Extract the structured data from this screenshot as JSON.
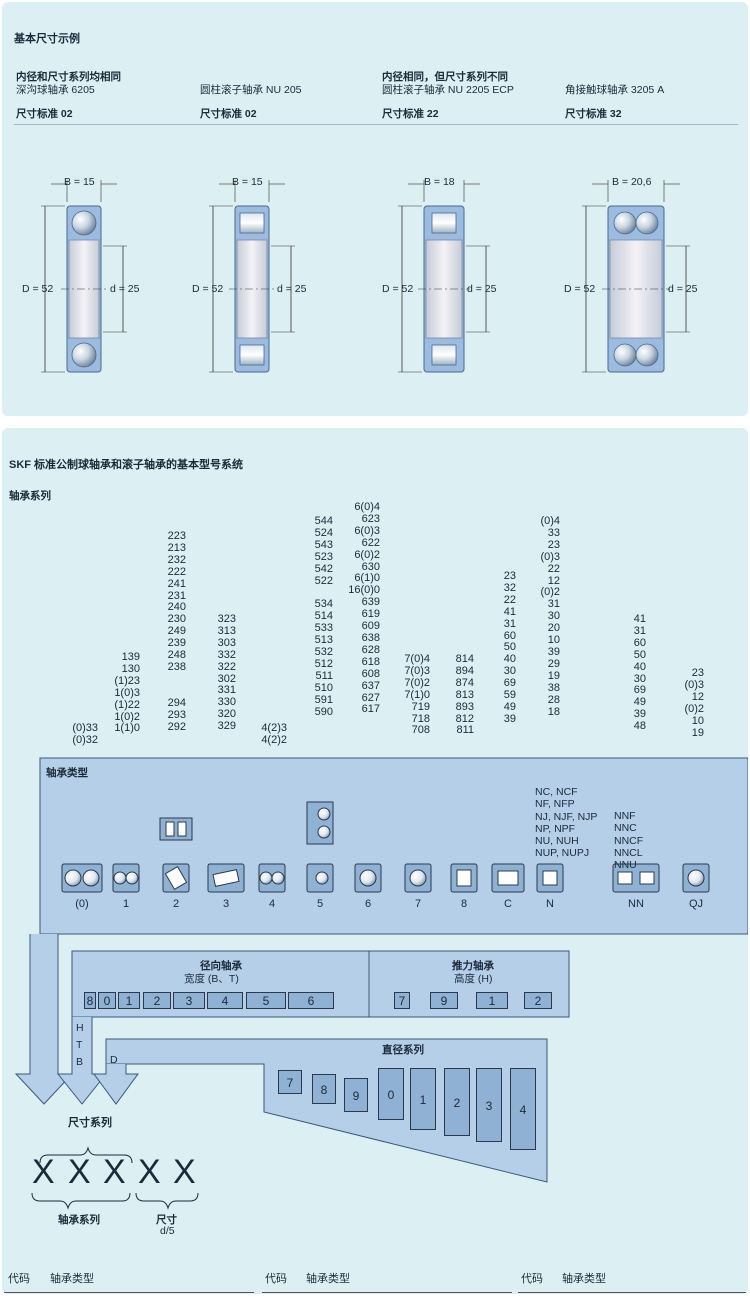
{
  "p1": {
    "title": "基本尺寸示例",
    "group1": {
      "heading": "内径和尺寸系列均相同",
      "a": "深沟球轴承 6205",
      "b": "圆柱滚子轴承 NU 205"
    },
    "group2": {
      "heading": "内径相同，但尺寸系列不同",
      "a": "圆柱滚子轴承 NU 2205 ECP",
      "b": "角接触球轴承 3205 A"
    },
    "standards": [
      "尺寸标准 02",
      "尺寸标准 02",
      "尺寸标准 22",
      "尺寸标准 32"
    ],
    "drawings": [
      {
        "B": "B = 15",
        "D": "D = 52",
        "d": "d = 25"
      },
      {
        "B": "B = 15",
        "D": "D = 52",
        "d": "d = 25"
      },
      {
        "B": "B = 18",
        "D": "D = 52",
        "d": "d = 25"
      },
      {
        "B": "B = 20,6",
        "D": "D = 52",
        "d": "d = 25"
      }
    ]
  },
  "p2": {
    "title": "SKF 标准公制球轴承和滚子轴承的基本型号系统",
    "series_label": "轴承系列",
    "columns": [
      "(0)33\n(0)32",
      "139\n130\n(1)23\n1(0)3\n(1)22\n1(0)2\n1(1)0",
      "223\n213\n232\n222\n241\n231\n240\n230\n249\n239\n248\n238\n\n\n294\n293\n292",
      "323\n313\n303\n332\n322\n302\n331\n330\n320\n329",
      "4(2)3\n4(2)2",
      "544\n524\n543\n523\n542\n522\n\n534\n514\n533\n513\n532\n512\n511\n510\n591\n590",
      "6(0)4\n623\n6(0)3\n622\n6(0)2\n630\n6(1)0\n16(0)0\n639\n619\n609\n638\n628\n618\n608\n637\n627\n617",
      "7(0)4\n7(0)3\n7(0)2\n7(1)0\n719\n718\n708",
      "814\n894\n874\n813\n893\n812\n811",
      "23\n32\n22\n41\n31\n60\n50\n40\n30\n69\n59\n49\n39",
      "(0)4\n33\n23\n(0)3\n22\n12\n(0)2\n31\n30\n20\n10\n39\n29\n19\n38\n28\n18",
      "41\n31\n60\n50\n40\n30\n69\n49\n39\n48",
      "23\n(0)3\n12\n(0)2\n10\n19"
    ],
    "types_label": "轴承类型",
    "n_variants": "NC, NCF\nNF, NFP\nNJ, NJF, NJP\nNP, NPF\nNU, NUH\nNUP, NUPJ",
    "nn_variants": "NNF\nNNC\nNNCF\nNNCL\nNNU",
    "type_codes": [
      "(0)",
      "1",
      "2",
      "3",
      "4",
      "5",
      "6",
      "7",
      "8",
      "C",
      "N",
      "NN",
      "QJ"
    ],
    "radial": {
      "title": "径向轴承",
      "sub": "宽度 (B、T)",
      "codes": [
        "8",
        "0",
        "1",
        "2",
        "3",
        "4",
        "5",
        "6"
      ]
    },
    "thrust": {
      "title": "推力轴承",
      "sub": "高度 (H)",
      "codes": [
        "7",
        "9",
        "1",
        "2"
      ]
    },
    "hbt": [
      "H",
      "T",
      "B"
    ],
    "d_letter": "D",
    "diameter": {
      "title": "直径系列",
      "codes": [
        "7",
        "8",
        "9",
        "0",
        "1",
        "2",
        "3",
        "4"
      ]
    },
    "dim_series": "尺寸系列",
    "x": [
      "X",
      "X",
      "X",
      "X",
      "X"
    ],
    "bearing_series": "轴承系列",
    "size": "尺寸",
    "size_sub": "d/5"
  },
  "footer": [
    {
      "code": "代码",
      "type": "轴承类型"
    },
    {
      "code": "代码",
      "type": "轴承类型"
    },
    {
      "code": "代码",
      "type": "轴承类型"
    }
  ],
  "colors": {
    "panel": "#dceff2",
    "box": "#b6cfe8",
    "block": "#8fb2d4",
    "stroke": "#3a5a7a"
  }
}
